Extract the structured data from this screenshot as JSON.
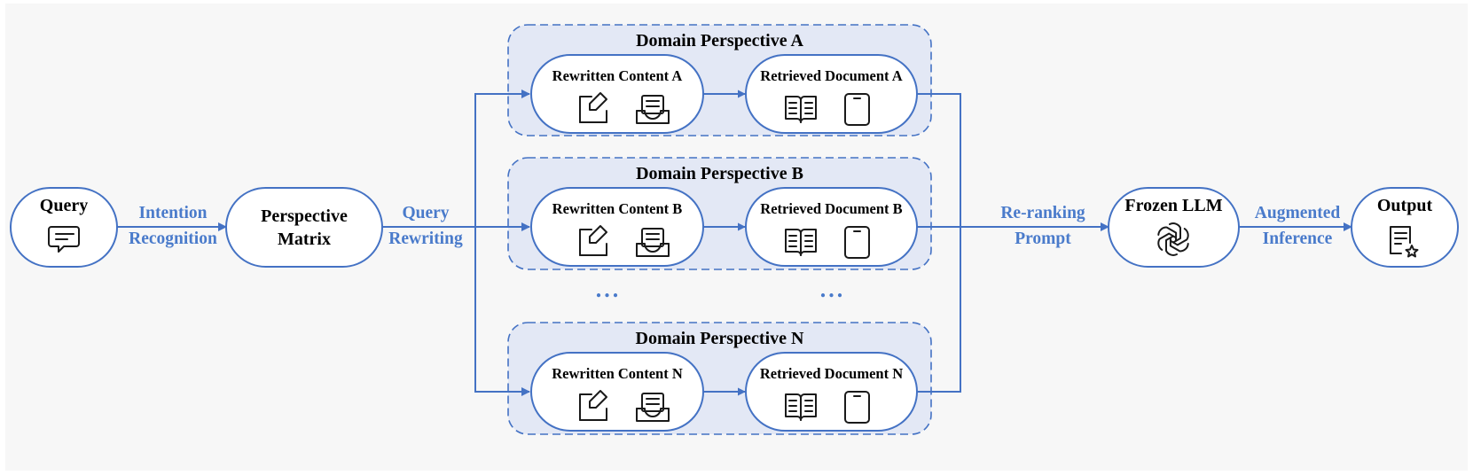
{
  "colors": {
    "accent": "#4472c4",
    "group_fill": "#e3e8f5",
    "background": "#f7f7f7",
    "node_fill": "#ffffff"
  },
  "nodes": {
    "query": {
      "title": "Query",
      "icon": "chat-bubble-icon"
    },
    "matrix": {
      "title_line1": "Perspective",
      "title_line2": "Matrix"
    },
    "llm": {
      "title": "Frozen LLM",
      "icon": "openai-logo-icon"
    },
    "output": {
      "title": "Output",
      "icon": "document-star-icon"
    }
  },
  "edges": {
    "intention": {
      "line1": "Intention",
      "line2": "Recognition"
    },
    "rewriting": {
      "line1": "Query",
      "line2": "Rewriting"
    },
    "reranking": {
      "line1": "Re-ranking",
      "line2": "Prompt"
    },
    "inference": {
      "line1": "Augmented",
      "line2": "Inference"
    }
  },
  "groups": [
    {
      "title": "Domain Perspective A",
      "rewritten": "Rewritten Content A",
      "retrieved": "Retrieved Document A"
    },
    {
      "title": "Domain Perspective B",
      "rewritten": "Rewritten Content B",
      "retrieved": "Retrieved Document B"
    },
    {
      "title": "Domain Perspective N",
      "rewritten": "Rewritten Content N",
      "retrieved": "Retrieved Document N"
    }
  ],
  "ellipsis": "...",
  "icons": {
    "rewritten": [
      "edit-icon",
      "inbox-icon"
    ],
    "retrieved": [
      "book-icon",
      "tablet-icon"
    ]
  }
}
